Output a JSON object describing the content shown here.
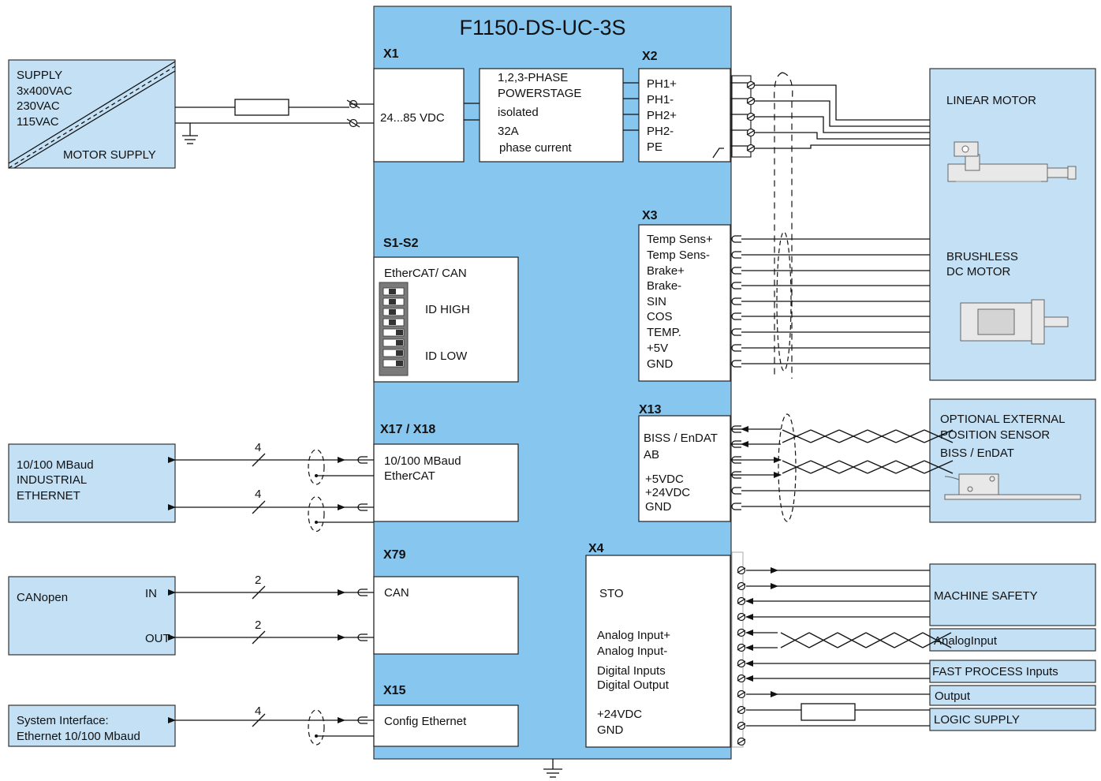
{
  "title": "F1150-DS-UC-3S",
  "connectors": {
    "x1": "X1",
    "x2": "X2",
    "x3": "X3",
    "s1s2": "S1-S2",
    "x13": "X13",
    "x1718": "X17 / X18",
    "x4": "X4",
    "x79": "X79",
    "x15": "X15"
  },
  "x1_box": "24...85 VDC",
  "powerstage": [
    "1,2,3-PHASE",
    "POWERSTAGE",
    "isolated",
    "32A",
    "phase current"
  ],
  "x2_pins": [
    "PH1+",
    "PH1-",
    "PH2+",
    "PH2-",
    "PE"
  ],
  "x3_pins": [
    "Temp Sens+",
    "Temp Sens-",
    "Brake+",
    "Brake-",
    "SIN",
    "COS",
    "TEMP.",
    "+5V",
    "GND"
  ],
  "s1s2": {
    "title": "EtherCAT/ CAN",
    "id_high": "ID HIGH",
    "id_low": "ID LOW"
  },
  "x1718_box": [
    "10/100 MBaud",
    "EtherCAT"
  ],
  "x13_pins": [
    "BISS / EnDAT",
    "AB",
    "+5VDC",
    "+24VDC",
    "GND"
  ],
  "x79_box": "CAN",
  "x15_box": "Config Ethernet",
  "x4_pins": [
    "STO",
    "Analog Input+",
    "Analog Input-",
    "Digital Inputs",
    "Digital Output",
    "+24VDC",
    "GND"
  ],
  "supply": {
    "lines": [
      "SUPPLY",
      "3x400VAC",
      "230VAC",
      "115VAC"
    ],
    "label": "MOTOR SUPPLY"
  },
  "ethernet_ext": [
    "10/100 MBaud",
    "INDUSTRIAL",
    "ETHERNET"
  ],
  "canopen": {
    "name": "CANopen",
    "in": "IN",
    "out": "OUT"
  },
  "system_interface": [
    "System Interface:",
    "Ethernet 10/100 Mbaud"
  ],
  "linear_motor": "LINEAR MOTOR",
  "brushless_motor": [
    "BRUSHLESS",
    "DC MOTOR"
  ],
  "ext_sensor": [
    "OPTIONAL EXTERNAL",
    "POSITION SENSOR",
    "BISS / EnDAT"
  ],
  "machine_safety": "MACHINE SAFETY",
  "analog_input": "AnalogInput",
  "fast_process": "FAST PROCESS Inputs",
  "output": "Output",
  "logic_supply": "LOGIC SUPPLY",
  "bus_width": {
    "eth1": "4",
    "eth2": "4",
    "can_in": "2",
    "can_out": "2",
    "sys": "4"
  },
  "colors": {
    "device": "#87c6ee",
    "external": "#c3e0f5",
    "wire": "#111111"
  }
}
